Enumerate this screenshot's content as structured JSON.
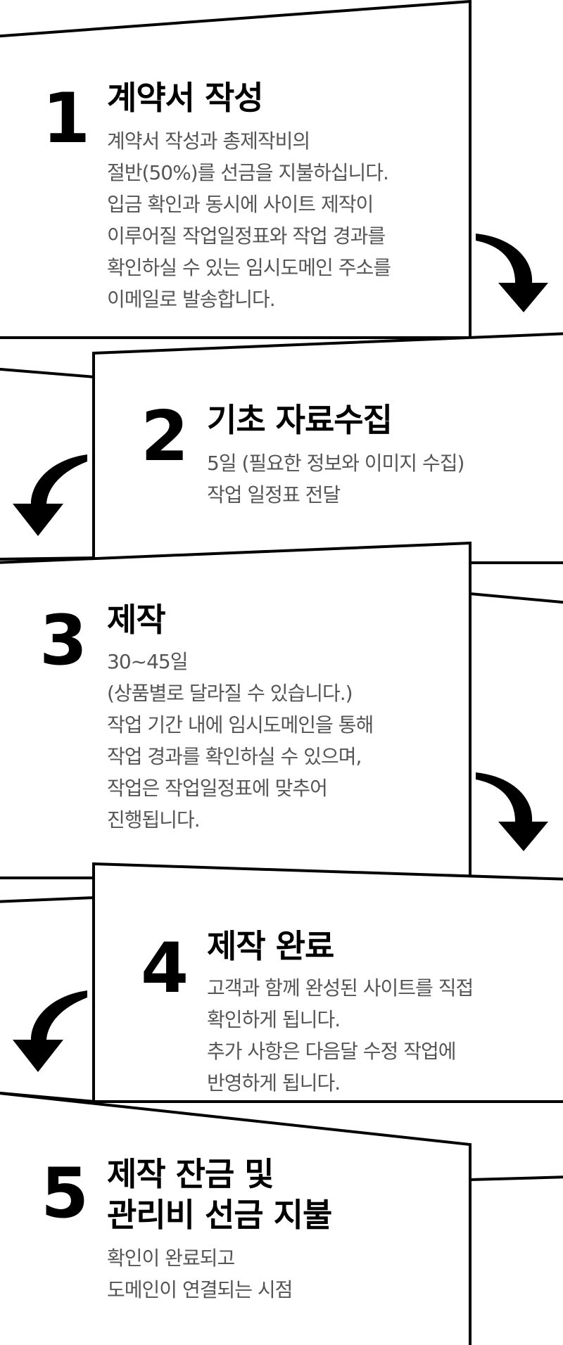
{
  "steps": [
    {
      "number": "1",
      "title": [
        "계약서 작성"
      ],
      "desc": [
        "계약서 작성과 총제작비의",
        "절반(50%)를 선금을 지불하십니다.",
        "입금 확인과 동시에 사이트 제작이",
        "이루어질 작업일정표와 작업 경과를",
        "확인하실 수 있는 임시도메인 주소를",
        "이메일로 발송합니다."
      ]
    },
    {
      "number": "2",
      "title": [
        "기초 자료수집"
      ],
      "desc": [
        "5일 (필요한 정보와 이미지 수집)",
        "작업 일정표 전달"
      ]
    },
    {
      "number": "3",
      "title": [
        "제작"
      ],
      "desc": [
        "30~45일",
        "(상품별로 달라질 수 있습니다.)",
        "작업 기간 내에 임시도메인을 통해",
        "작업 경과를 확인하실 수 있으며,",
        "작업은 작업일정표에 맞추어",
        "진행됩니다."
      ]
    },
    {
      "number": "4",
      "title": [
        "제작 완료"
      ],
      "desc": [
        "고객과 함께 완성된 사이트를 직접",
        "확인하게 됩니다.",
        "추가 사항은 다음달 수정 작업에",
        "반영하게 됩니다."
      ]
    },
    {
      "number": "5",
      "title": [
        "제작 잔금 및",
        "관리비 선금 지불"
      ],
      "desc": [
        "확인이 완료되고",
        "도메인이 연결되는 시점"
      ]
    }
  ],
  "connectors": [
    {
      "from": "1",
      "to": "2",
      "icon": "curved-arrow-down-right-icon"
    },
    {
      "from": "2",
      "to": "3",
      "icon": "curved-arrow-down-left-icon"
    },
    {
      "from": "3",
      "to": "4",
      "icon": "curved-arrow-down-right-icon"
    },
    {
      "from": "4",
      "to": "5",
      "icon": "curved-arrow-down-left-icon"
    }
  ],
  "colors": {
    "number": "#000000",
    "title": "#000000",
    "description": "#555555",
    "lines": "#000000",
    "background": "#ffffff"
  }
}
